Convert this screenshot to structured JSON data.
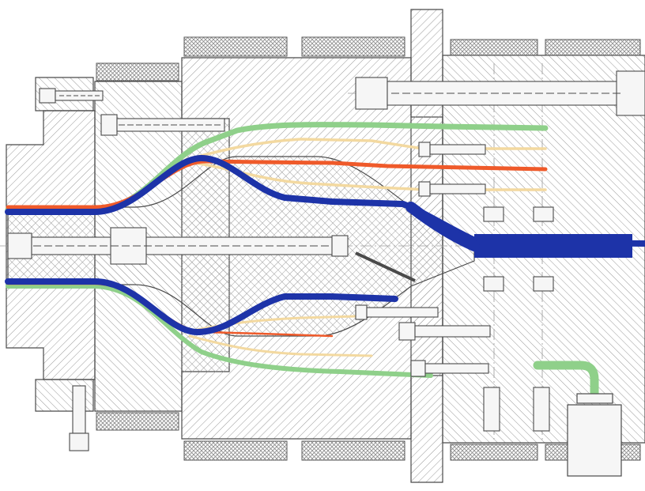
{
  "diagram": {
    "colors": {
      "background": "#ffffff",
      "line": "#4a4a4a",
      "hatch": "#8f8f8f",
      "heater_band": "#9a9a9a",
      "heater_fill": "#cfcfcf",
      "centerline": "#9a9a9a",
      "melt_inner": "#1d33a8",
      "melt_outer": "#8fd08a",
      "melt_middle": "#ef5a2a",
      "melt_tie": "#f3d9a0"
    },
    "melt_channels": [
      {
        "name": "outer-layer",
        "color_key": "melt_outer"
      },
      {
        "name": "tie-layer",
        "color_key": "melt_tie"
      },
      {
        "name": "barrier-layer",
        "color_key": "melt_middle"
      },
      {
        "name": "inner-layer",
        "color_key": "melt_inner"
      }
    ],
    "icons": [
      "bolt-icon",
      "hex-bolt-icon",
      "pipe-fitting-icon"
    ]
  }
}
